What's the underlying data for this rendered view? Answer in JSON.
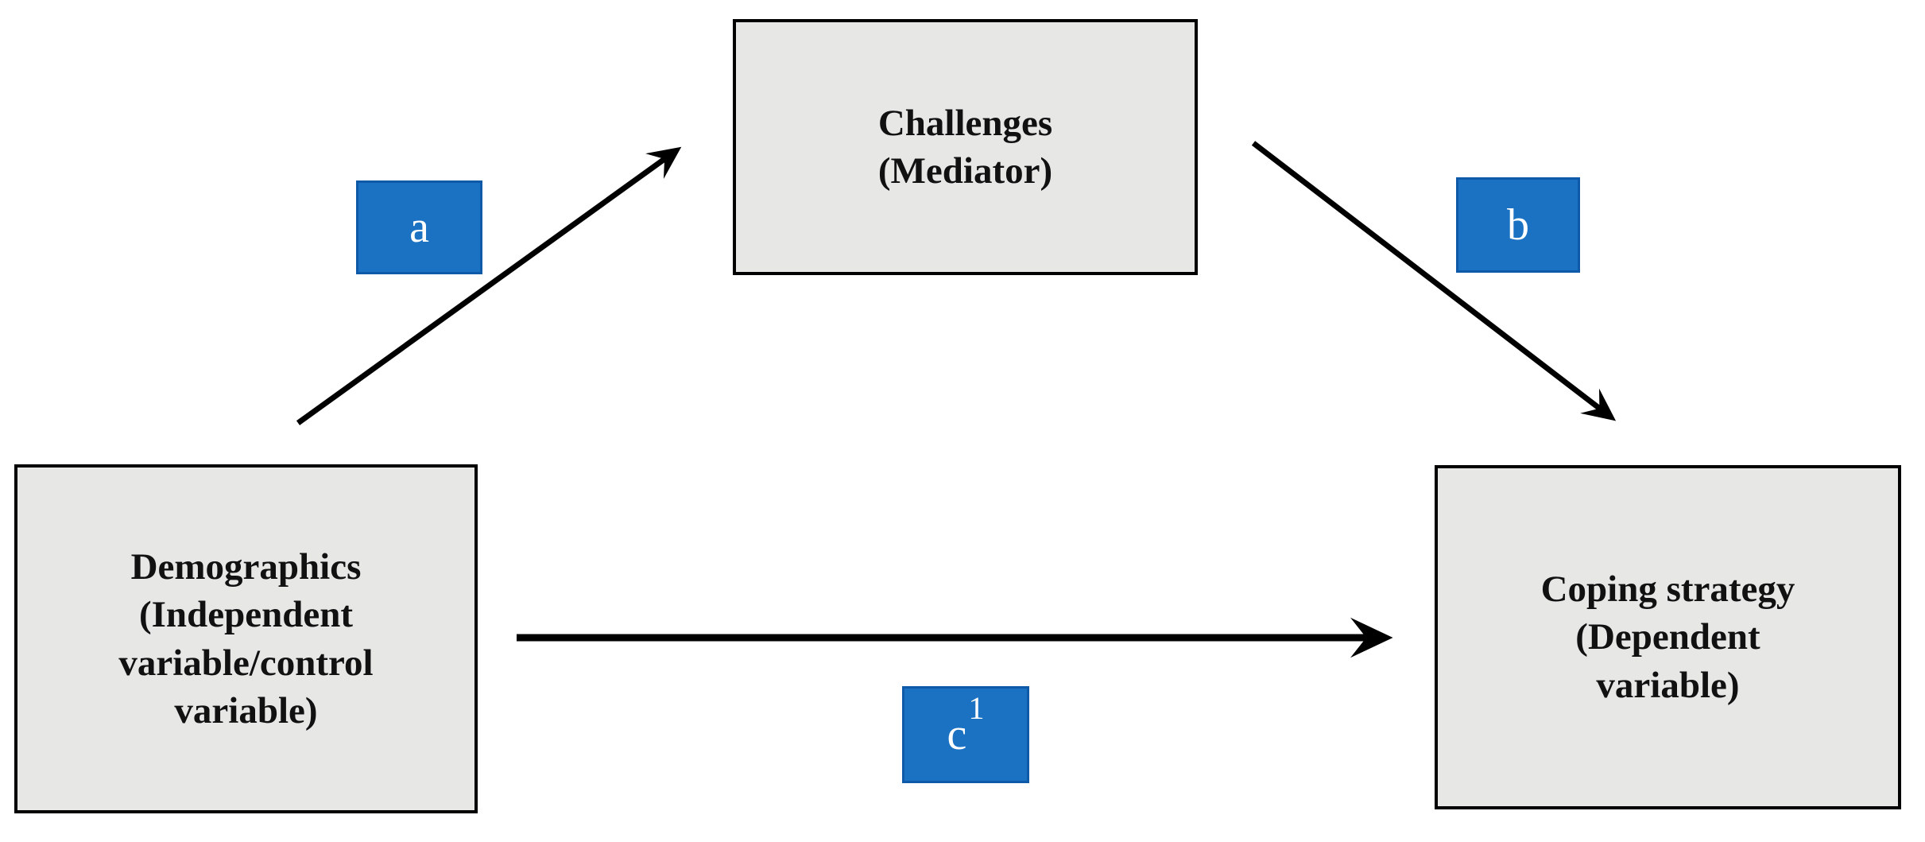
{
  "figure": {
    "background_color": "#ffffff",
    "node_fill_color": "#e7e7e6",
    "node_border_color": "#000000",
    "node_text_color": "#111111",
    "path_label_fill_color": "#1b72c2",
    "path_label_border_color": "#0f5aa8",
    "path_label_text_color": "#ffffff",
    "nodes": {
      "mediator": {
        "text": "Challenges (Mediator)",
        "lines": [
          "Challenges",
          "(Mediator)"
        ]
      },
      "independent": {
        "text": "Demographics (Independent variable/control variable)",
        "lines": [
          "Demographics",
          "(Independent",
          "variable/control",
          "variable)"
        ]
      },
      "dependent": {
        "text": "Coping strategy (Dependent variable)",
        "lines": [
          "Coping strategy",
          "(Dependent",
          "variable)"
        ]
      }
    },
    "paths": {
      "a": {
        "label": "a",
        "from": "Demographics",
        "to": "Challenges"
      },
      "b": {
        "label": "b",
        "from": "Challenges",
        "to": "Coping strategy"
      },
      "c": {
        "label_base": "c",
        "label_sup": "1",
        "label_display": "c¹",
        "from": "Demographics",
        "to": "Coping strategy"
      }
    }
  }
}
